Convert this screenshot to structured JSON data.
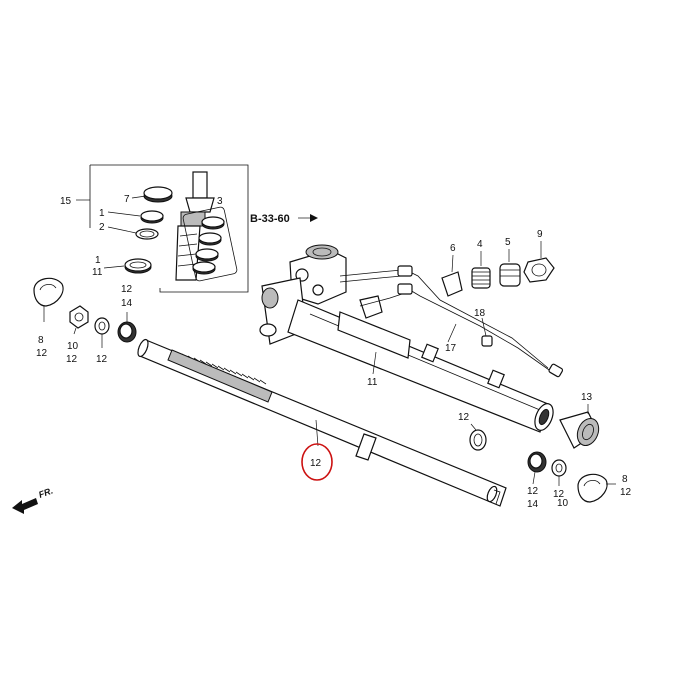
{
  "diagram": {
    "reference": "B-33-60",
    "front_marker": "FR.",
    "highlight_color": "#cc1111",
    "callouts": {
      "c15": "15",
      "c7": "7",
      "c3": "3",
      "c1a": "1",
      "c2": "2",
      "c1b": "1",
      "c11a": "11",
      "c6": "6",
      "c4": "4",
      "c5": "5",
      "c9": "9",
      "c18": "18",
      "c17": "17",
      "c11b": "11",
      "c13": "13",
      "c8a": "8",
      "c12a": "12",
      "c10a": "10",
      "c12b": "12",
      "c12c": "12",
      "c12d": "12",
      "c14a": "14",
      "c12e": "12",
      "c12f": "12",
      "c14b": "14",
      "c12g": "12",
      "c10b": "10",
      "c12h": "12",
      "c8b": "8",
      "c12i": "12",
      "c12highlight": "12"
    }
  }
}
